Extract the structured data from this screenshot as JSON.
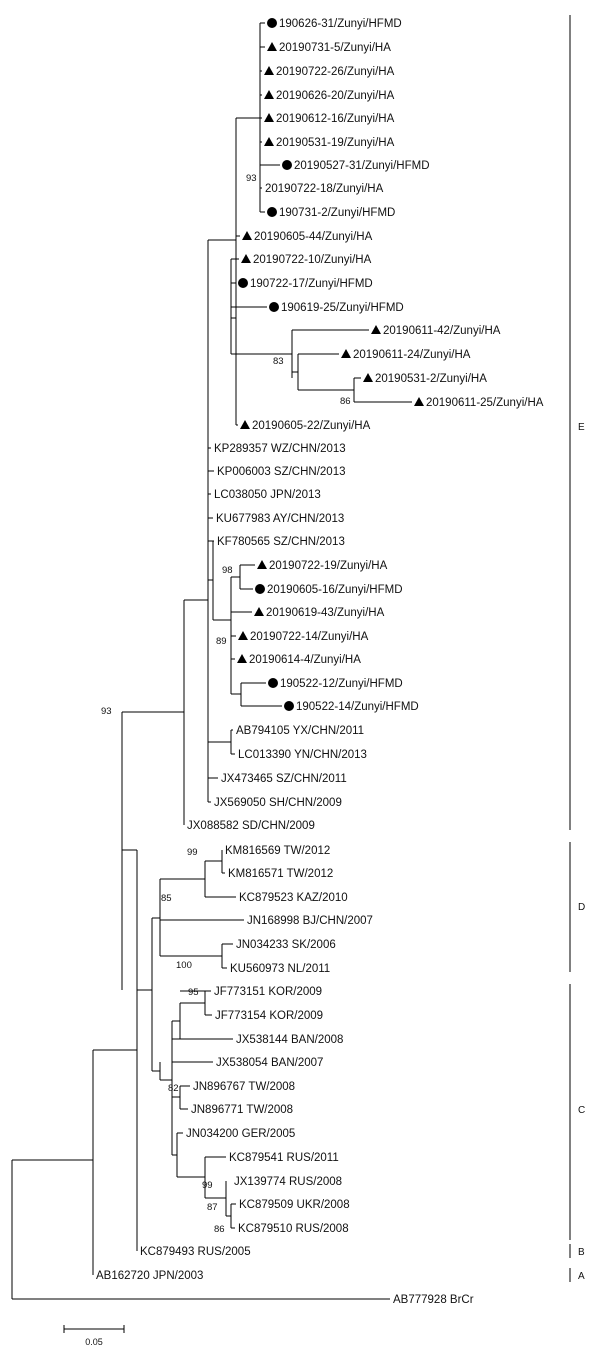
{
  "tree": {
    "leaves": [
      {
        "label": "190626-31/Zunyi/HFMD",
        "marker": "circle"
      },
      {
        "label": "20190731-5/Zunyi/HA",
        "marker": "triangle"
      },
      {
        "label": "20190722-26/Zunyi/HA",
        "marker": "triangle"
      },
      {
        "label": "20190626-20/Zunyi/HA",
        "marker": "triangle"
      },
      {
        "label": "20190612-16/Zunyi/HA",
        "marker": "triangle"
      },
      {
        "label": "20190531-19/Zunyi/HA",
        "marker": "triangle"
      },
      {
        "label": "20190527-31/Zunyi/HFMD",
        "marker": "circle"
      },
      {
        "label": "20190722-18/Zunyi/HA",
        "marker": "none"
      },
      {
        "label": "190731-2/Zunyi/HFMD",
        "marker": "circle"
      },
      {
        "label": "20190605-44/Zunyi/HA",
        "marker": "triangle"
      },
      {
        "label": "20190722-10/Zunyi/HA",
        "marker": "triangle"
      },
      {
        "label": "190722-17/Zunyi/HFMD",
        "marker": "circle"
      },
      {
        "label": "190619-25/Zunyi/HFMD",
        "marker": "circle"
      },
      {
        "label": "20190611-42/Zunyi/HA",
        "marker": "triangle"
      },
      {
        "label": "20190611-24/Zunyi/HA",
        "marker": "triangle"
      },
      {
        "label": "20190531-2/Zunyi/HA",
        "marker": "triangle"
      },
      {
        "label": "20190611-25/Zunyi/HA",
        "marker": "triangle"
      },
      {
        "label": "20190605-22/Zunyi/HA",
        "marker": "triangle"
      },
      {
        "label": "KP289357 WZ/CHN/2013",
        "marker": "none"
      },
      {
        "label": "KP006003 SZ/CHN/2013",
        "marker": "none"
      },
      {
        "label": "LC038050 JPN/2013",
        "marker": "none"
      },
      {
        "label": "KU677983 AY/CHN/2013",
        "marker": "none"
      },
      {
        "label": "KF780565 SZ/CHN/2013",
        "marker": "none"
      },
      {
        "label": "20190722-19/Zunyi/HA",
        "marker": "triangle"
      },
      {
        "label": "20190605-16/Zunyi/HFMD",
        "marker": "circle"
      },
      {
        "label": "20190619-43/Zunyi/HA",
        "marker": "triangle"
      },
      {
        "label": "20190722-14/Zunyi/HA",
        "marker": "triangle"
      },
      {
        "label": "20190614-4/Zunyi/HA",
        "marker": "triangle"
      },
      {
        "label": "190522-12/Zunyi/HFMD",
        "marker": "circle"
      },
      {
        "label": "190522-14/Zunyi/HFMD",
        "marker": "circle"
      },
      {
        "label": "AB794105 YX/CHN/2011",
        "marker": "none"
      },
      {
        "label": "LC013390 YN/CHN/2013",
        "marker": "none"
      },
      {
        "label": "JX473465 SZ/CHN/2011",
        "marker": "none"
      },
      {
        "label": "JX569050 SH/CHN/2009",
        "marker": "none"
      },
      {
        "label": "JX088582 SD/CHN/2009",
        "marker": "none"
      },
      {
        "label": "KM816569 TW/2012",
        "marker": "none"
      },
      {
        "label": "KM816571 TW/2012",
        "marker": "none"
      },
      {
        "label": "KC879523 KAZ/2010",
        "marker": "none"
      },
      {
        "label": "JN168998 BJ/CHN/2007",
        "marker": "none"
      },
      {
        "label": "JN034233 SK/2006",
        "marker": "none"
      },
      {
        "label": "KU560973 NL/2011",
        "marker": "none"
      },
      {
        "label": "JF773151 KOR/2009",
        "marker": "none"
      },
      {
        "label": "JF773154 KOR/2009",
        "marker": "none"
      },
      {
        "label": "JX538144 BAN/2008",
        "marker": "none"
      },
      {
        "label": "JX538054 BAN/2007",
        "marker": "none"
      },
      {
        "label": "JN896767 TW/2008",
        "marker": "none"
      },
      {
        "label": "JN896771 TW/2008",
        "marker": "none"
      },
      {
        "label": "JN034200 GER/2005",
        "marker": "none"
      },
      {
        "label": "KC879541 RUS/2011",
        "marker": "none"
      },
      {
        "label": "JX139774 RUS/2008",
        "marker": "none"
      },
      {
        "label": "KC879509 UKR/2008",
        "marker": "none"
      },
      {
        "label": "KC879510 RUS/2008",
        "marker": "none"
      },
      {
        "label": "KC879493 RUS/2005",
        "marker": "none"
      },
      {
        "label": "AB162720 JPN/2003",
        "marker": "none"
      },
      {
        "label": "AB777928 BrCr",
        "marker": "none"
      }
    ],
    "bootstrap": [
      "93",
      "83",
      "86",
      "98",
      "89",
      "93",
      "99",
      "85",
      "100",
      "95",
      "82",
      "99",
      "87",
      "86"
    ],
    "clades": [
      {
        "name": "E"
      },
      {
        "name": "D"
      },
      {
        "name": "C"
      },
      {
        "name": "B"
      },
      {
        "name": "A"
      }
    ],
    "scale_bar": {
      "label": "0.05"
    }
  }
}
